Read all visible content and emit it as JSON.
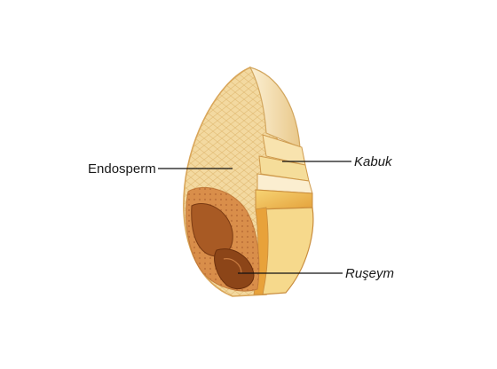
{
  "labels": {
    "endosperm": "Endosperm",
    "kabuk": "Kabuk",
    "ruseym": "Ruşeym"
  },
  "colors": {
    "endosperm_fill": "#f3d9a0",
    "endosperm_edge": "#d9a65a",
    "seed_coat": "#f7e6bd",
    "bran_yellow": "#f2c45a",
    "bran_orange": "#e8a23a",
    "germ_brown": "#a85a24",
    "germ_dark": "#7a3a12",
    "outline": "#c98d3e"
  }
}
